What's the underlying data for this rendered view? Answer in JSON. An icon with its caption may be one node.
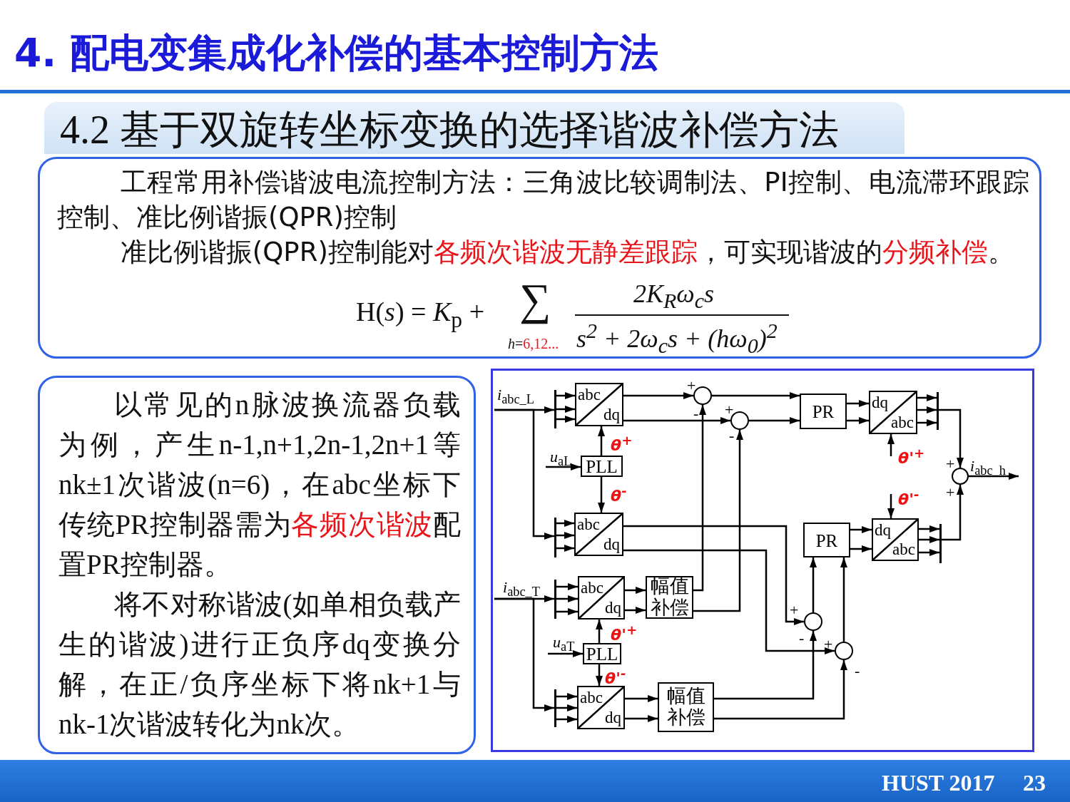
{
  "diagram": {
    "title": "4. 配电变集成化补偿的基本控制方法",
    "nodes": [
      {
        "text": [
          "4.2 基于双旋转坐标变换的选择谐波补偿方法"
        ]
      },
      {
        "text": [
          "工程常用补偿谐波电流控制方法：三角波比较调制法、PI控制、电流滞环跟踪控制、准比例谐振(QPR)控制",
          "准比例谐振(QPR)控制能对**各频次谐波无静差跟踪**，可实现谐波的**分频补偿**。",
          "H(*s*) = *K*$_{p}$ +",
          "∑",
          "*h*=**6,12...**",
          "2K$_{R}$ω$_{c}$s",
          "s$^{2}$ + 2ω$_{c}$s + (hω$_{0}$)$^{2}$"
        ]
      },
      {
        "text": [
          "以常见的n脉波换流器负载为例，产生n-1,n+1,2n-1,2n+1等nk±1次谐波(n=6)，在abc坐标下传统PR控制器需为**各频次谐波**配置PR控制器。",
          "将不对称谐波(如单相负载产生的谐波)进行正负序dq变换分解，在正/负序坐标下将nk+1与nk-1次谐波转化为nk次。"
        ]
      },
      {
        "text": [],
        "shape": "box"
      },
      {
        "text": [],
        "shape": "bar",
        "in": 3
      },
      {
        "text": [
          "abc",
          "dq"
        ],
        "in": 3
      },
      {
        "text": [
          "PLL"
        ],
        "in": 3
      },
      {
        "text": [],
        "shape": "bar",
        "in": 3
      },
      {
        "text": [
          "abc",
          "dq"
        ],
        "in": 3
      },
      {
        "text": [],
        "shape": "circle",
        "in": 3
      },
      {
        "text": [],
        "shape": "circle",
        "in": 3
      },
      {
        "text": [
          "PR"
        ],
        "in": 3
      },
      {
        "text": [
          "dq",
          "abc"
        ],
        "in": 3
      },
      {
        "text": [],
        "shape": "bar",
        "in": 3
      },
      {
        "text": [],
        "shape": "circle",
        "in": 3
      },
      {
        "text": [
          "PR"
        ],
        "in": 3
      },
      {
        "text": [
          "dq",
          "abc"
        ],
        "in": 3
      },
      {
        "text": [],
        "shape": "bar",
        "in": 3
      },
      {
        "text": [],
        "shape": "bar",
        "in": 3
      },
      {
        "text": [
          "abc",
          "dq"
        ],
        "in": 3
      },
      {
        "text": [
          "幅值补偿"
        ],
        "in": 3
      },
      {
        "text": [
          "PLL"
        ],
        "in": 3
      },
      {
        "text": [],
        "shape": "bar",
        "in": 3
      },
      {
        "text": [
          "abc",
          "dq"
        ],
        "in": 3
      },
      {
        "text": [
          "幅值补偿"
        ],
        "in": 3
      },
      {
        "text": [],
        "shape": "circle",
        "in": 3
      },
      {
        "text": [],
        "shape": "circle",
        "in": 3
      },
      {
        "text": [
          "HUST 2017",
          "23"
        ]
      }
    ],
    "edges": [
      {
        "from": null,
        "to": 4,
        "arrow": "to",
        "label": "*i*$_{abc_L}$"
      },
      {
        "from": null,
        "to": 7,
        "arrow": "to"
      },
      {
        "from": 4,
        "to": 5,
        "arrow": "to"
      },
      {
        "from": 4,
        "to": 5,
        "arrow": "to"
      },
      {
        "from": 4,
        "to": 5,
        "arrow": "to"
      },
      {
        "from": null,
        "to": 6,
        "arrow": "to",
        "label": "*u*$_{aL}$"
      },
      {
        "from": 6,
        "to": 5,
        "arrow": "to",
        "label": "*θ*$^{+}$"
      },
      {
        "from": 6,
        "to": 8,
        "arrow": "to",
        "label": "*θ*$^{-}$"
      },
      {
        "from": 7,
        "to": 8,
        "arrow": "to"
      },
      {
        "from": 7,
        "to": 8,
        "arrow": "to"
      },
      {
        "from": 7,
        "to": 8,
        "arrow": "to"
      },
      {
        "from": 5,
        "to": 9,
        "arrow": "to"
      },
      {
        "from": 5,
        "to": 10,
        "arrow": "to"
      },
      {
        "from": 9,
        "to": 11,
        "arrow": "to"
      },
      {
        "from": 10,
        "to": 11,
        "arrow": "to"
      },
      {
        "from": 8,
        "to": 25,
        "arrow": "to"
      },
      {
        "from": 8,
        "to": 26,
        "arrow": "to"
      },
      {
        "from": 20,
        "to": 9,
        "arrow": "to"
      },
      {
        "from": 20,
        "to": 10,
        "arrow": "to"
      },
      {
        "from": 24,
        "to": 25,
        "arrow": "to"
      },
      {
        "from": 24,
        "to": 26,
        "arrow": "to"
      },
      {
        "from": 25,
        "to": 15,
        "arrow": "to"
      },
      {
        "from": 26,
        "to": 15,
        "arrow": "to"
      },
      {
        "from": 11,
        "to": 12,
        "arrow": "to"
      },
      {
        "from": 11,
        "to": 12,
        "arrow": "to"
      },
      {
        "from": null,
        "to": 12,
        "arrow": "to",
        "label": "*θ*'$^{+}$"
      },
      {
        "from": 12,
        "to": 13,
        "arrow": "to"
      },
      {
        "from": 12,
        "to": 13,
        "arrow": "to"
      },
      {
        "from": 12,
        "to": 13,
        "arrow": "to"
      },
      {
        "from": 13,
        "to": 14,
        "arrow": "to"
      },
      {
        "from": 14,
        "to": null,
        "arrow": "to",
        "label": "*i*$_{abc_h}$"
      },
      {
        "from": null,
        "to": 16,
        "arrow": "to",
        "label": "*θ*'$^{-}$"
      },
      {
        "from": 15,
        "to": 16,
        "arrow": "to"
      },
      {
        "from": 15,
        "to": 16,
        "arrow": "to"
      },
      {
        "from": 16,
        "to": 17,
        "arrow": "to"
      },
      {
        "from": 16,
        "to": 17,
        "arrow": "to"
      },
      {
        "from": 16,
        "to": 17,
        "arrow": "to"
      },
      {
        "from": 17,
        "to": 14,
        "arrow": "to"
      },
      {
        "from": null,
        "to": 18,
        "arrow": "to",
        "label": "*i*$_{abc_T}$"
      },
      {
        "from": null,
        "to": 22,
        "arrow": "to"
      },
      {
        "from": 18,
        "to": 19,
        "arrow": "to"
      },
      {
        "from": 18,
        "to": 19,
        "arrow": "to"
      },
      {
        "from": 18,
        "to": 19,
        "arrow": "to"
      },
      {
        "from": null,
        "to": 21,
        "arrow": "to",
        "label": "*u*$_{aT}$"
      },
      {
        "from": 21,
        "to": 19,
        "arrow": "to",
        "label": "*θ*'$^{+}$"
      },
      {
        "from": 21,
        "to": 23,
        "arrow": "to",
        "label": "*θ*'$^{-}$"
      },
      {
        "from": 22,
        "to": 23,
        "arrow": "to"
      },
      {
        "from": 22,
        "to": 23,
        "arrow": "to"
      },
      {
        "from": 22,
        "to": 23,
        "arrow": "to"
      },
      {
        "from": 19,
        "to": 20,
        "arrow": "to"
      },
      {
        "from": 19,
        "to": 20,
        "arrow": "to"
      },
      {
        "from": 23,
        "to": 24,
        "arrow": "to"
      },
      {
        "from": 23,
        "to": 24,
        "arrow": "to"
      }
    ],
    "labels": [
      "+",
      "-",
      "+",
      "-",
      "+",
      "+",
      "+",
      "-",
      "+",
      "-"
    ]
  }
}
